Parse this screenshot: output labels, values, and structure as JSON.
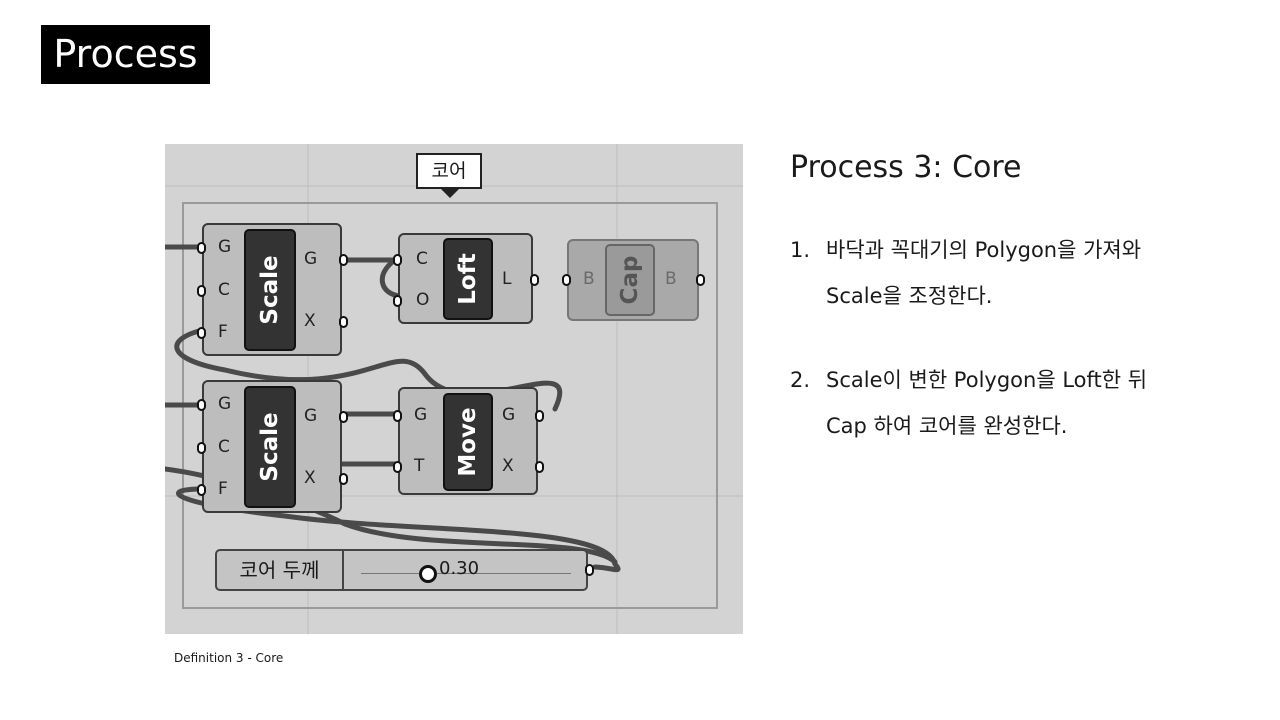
{
  "header": {
    "title": "Process"
  },
  "definition": {
    "caption": "Definition 3 - Core",
    "callout": "코어",
    "components": {
      "scale_top": {
        "name": "Scale",
        "inputs": [
          "G",
          "C",
          "F"
        ],
        "outputs": [
          "G",
          "X"
        ]
      },
      "loft": {
        "name": "Loft",
        "inputs": [
          "C",
          "O"
        ],
        "outputs": [
          "L"
        ]
      },
      "cap": {
        "name": "Cap",
        "inputs": [
          "B"
        ],
        "outputs": [
          "B"
        ]
      },
      "scale_bottom": {
        "name": "Scale",
        "inputs": [
          "G",
          "C",
          "F"
        ],
        "outputs": [
          "G",
          "X"
        ]
      },
      "move": {
        "name": "Move",
        "inputs": [
          "G",
          "T"
        ],
        "outputs": [
          "G",
          "X"
        ]
      }
    },
    "slider": {
      "label": "코어 두께",
      "value": "0.30"
    }
  },
  "content": {
    "title": "Process 3: Core",
    "steps": [
      {
        "number": "1.",
        "line1": "바닥과 꼭대기의 Polygon을 가져와",
        "line2": "Scale을 조정한다."
      },
      {
        "number": "2.",
        "line1": "Scale이 변한 Polygon을 Loft한 뒤",
        "line2": "Cap 하여 코어를 완성한다."
      }
    ]
  }
}
